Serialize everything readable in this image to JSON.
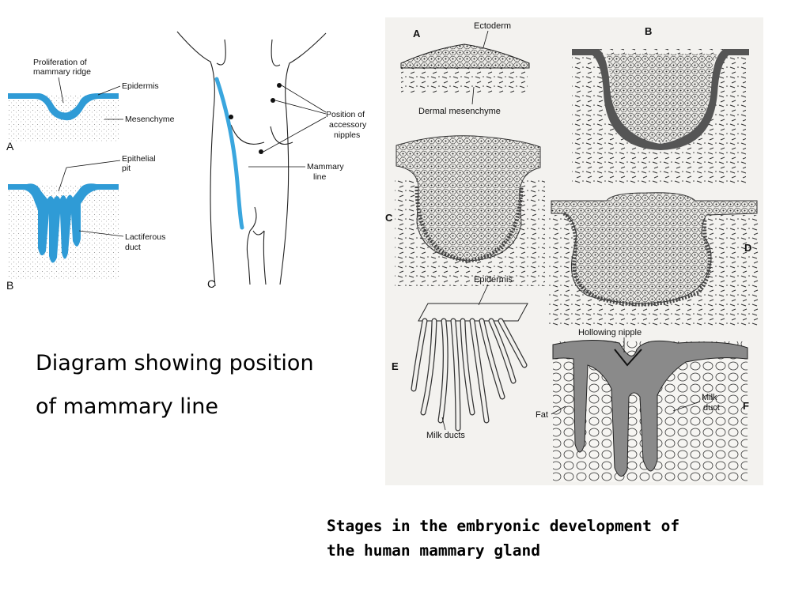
{
  "left_figure": {
    "panel_a": {
      "letter": "A",
      "labels": {
        "proliferation": [
          "Proliferation of",
          "mammary ridge"
        ],
        "epidermis": "Epidermis",
        "mesenchyme": "Mesenchyme"
      }
    },
    "panel_b": {
      "letter": "B",
      "labels": {
        "epithelial_pit": [
          "Epithelial",
          "pit"
        ],
        "lactiferous_duct": [
          "Lactiferous",
          "duct"
        ]
      }
    },
    "panel_c": {
      "letter": "C",
      "labels": {
        "accessory_nipples": [
          "Position of",
          "accessory",
          "nipples"
        ],
        "mammary_line": [
          "Mammary",
          "line"
        ]
      }
    },
    "colors": {
      "tissue": "#2f9bd6",
      "mammary_line": "#3aa6de"
    }
  },
  "right_figure": {
    "panels": [
      {
        "letter": "A",
        "labels": [
          "Ectoderm",
          "Dermal mesenchyme"
        ]
      },
      {
        "letter": "B",
        "labels": []
      },
      {
        "letter": "C",
        "labels": []
      },
      {
        "letter": "D",
        "labels": []
      },
      {
        "letter": "E",
        "labels": [
          "Epidermis",
          "Milk ducts"
        ]
      },
      {
        "letter": "F",
        "labels": [
          "Hollowing nipple",
          "Fat",
          "Milk",
          "duct"
        ]
      }
    ]
  },
  "captions": {
    "left": [
      "Diagram showing position",
      "of mammary line"
    ],
    "right": [
      "Stages in the embryonic development of",
      "the human mammary gland"
    ]
  }
}
